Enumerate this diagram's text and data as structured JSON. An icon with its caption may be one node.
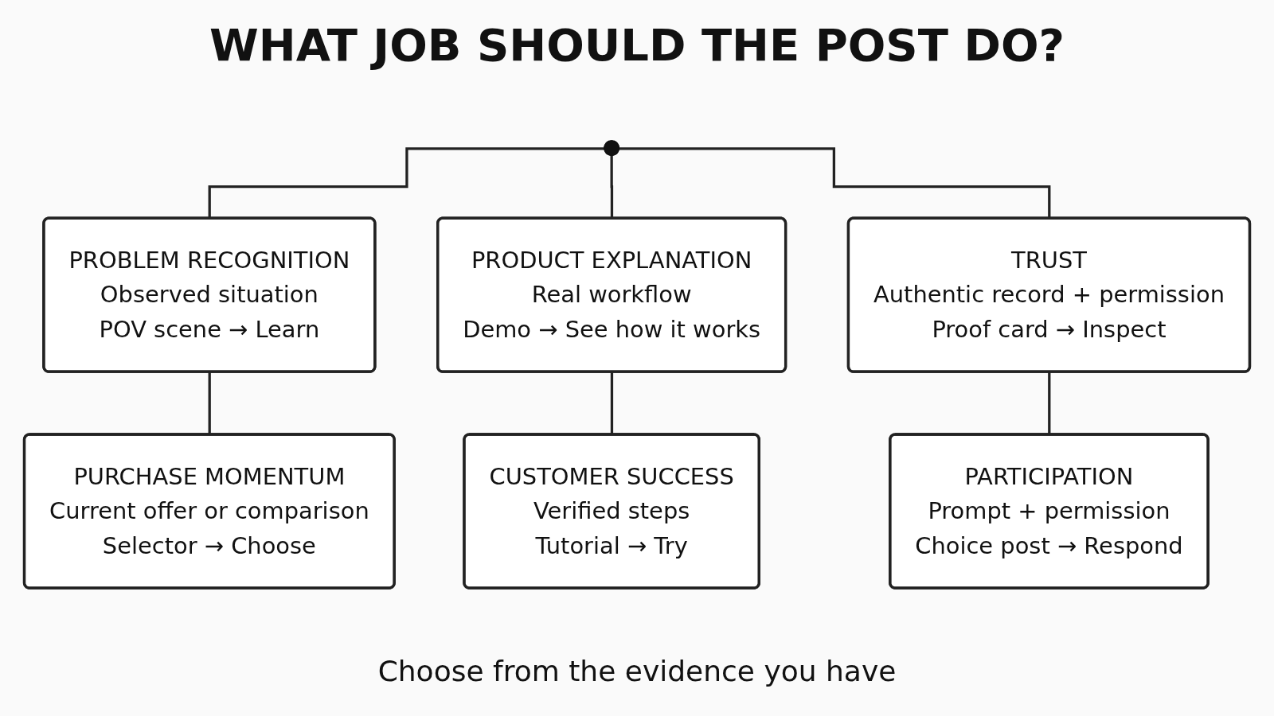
{
  "diagram": {
    "title": "WHAT JOB SHOULD THE POST DO?",
    "caption": "Choose from the evidence you have",
    "nodes": [
      {
        "text": [],
        "shape": "circle"
      },
      {
        "text": [
          "PROBLEM RECOGNITION",
          "Observed situation",
          "POV scene → Learn"
        ]
      },
      {
        "text": [
          "PRODUCT EXPLANATION",
          "Real workflow",
          "Demo → See how it works"
        ]
      },
      {
        "text": [
          "TRUST",
          "Authentic record + permission",
          "Proof card → Inspect"
        ]
      },
      {
        "text": [
          "PURCHASE MOMENTUM",
          "Current offer or comparison",
          "Selector → Choose"
        ]
      },
      {
        "text": [
          "CUSTOMER SUCCESS",
          "Verified steps",
          "Tutorial → Try"
        ]
      },
      {
        "text": [
          "PARTICIPATION",
          "Prompt + permission",
          "Choice post → Respond"
        ]
      }
    ],
    "edges": [
      {
        "from": 0,
        "to": 1,
        "arrow": "none"
      },
      {
        "from": 0,
        "to": 2,
        "arrow": "none"
      },
      {
        "from": 0,
        "to": 3,
        "arrow": "none"
      },
      {
        "from": 1,
        "to": 4,
        "arrow": "none"
      },
      {
        "from": 2,
        "to": 5,
        "arrow": "none"
      },
      {
        "from": 3,
        "to": 6,
        "arrow": "none"
      }
    ]
  }
}
